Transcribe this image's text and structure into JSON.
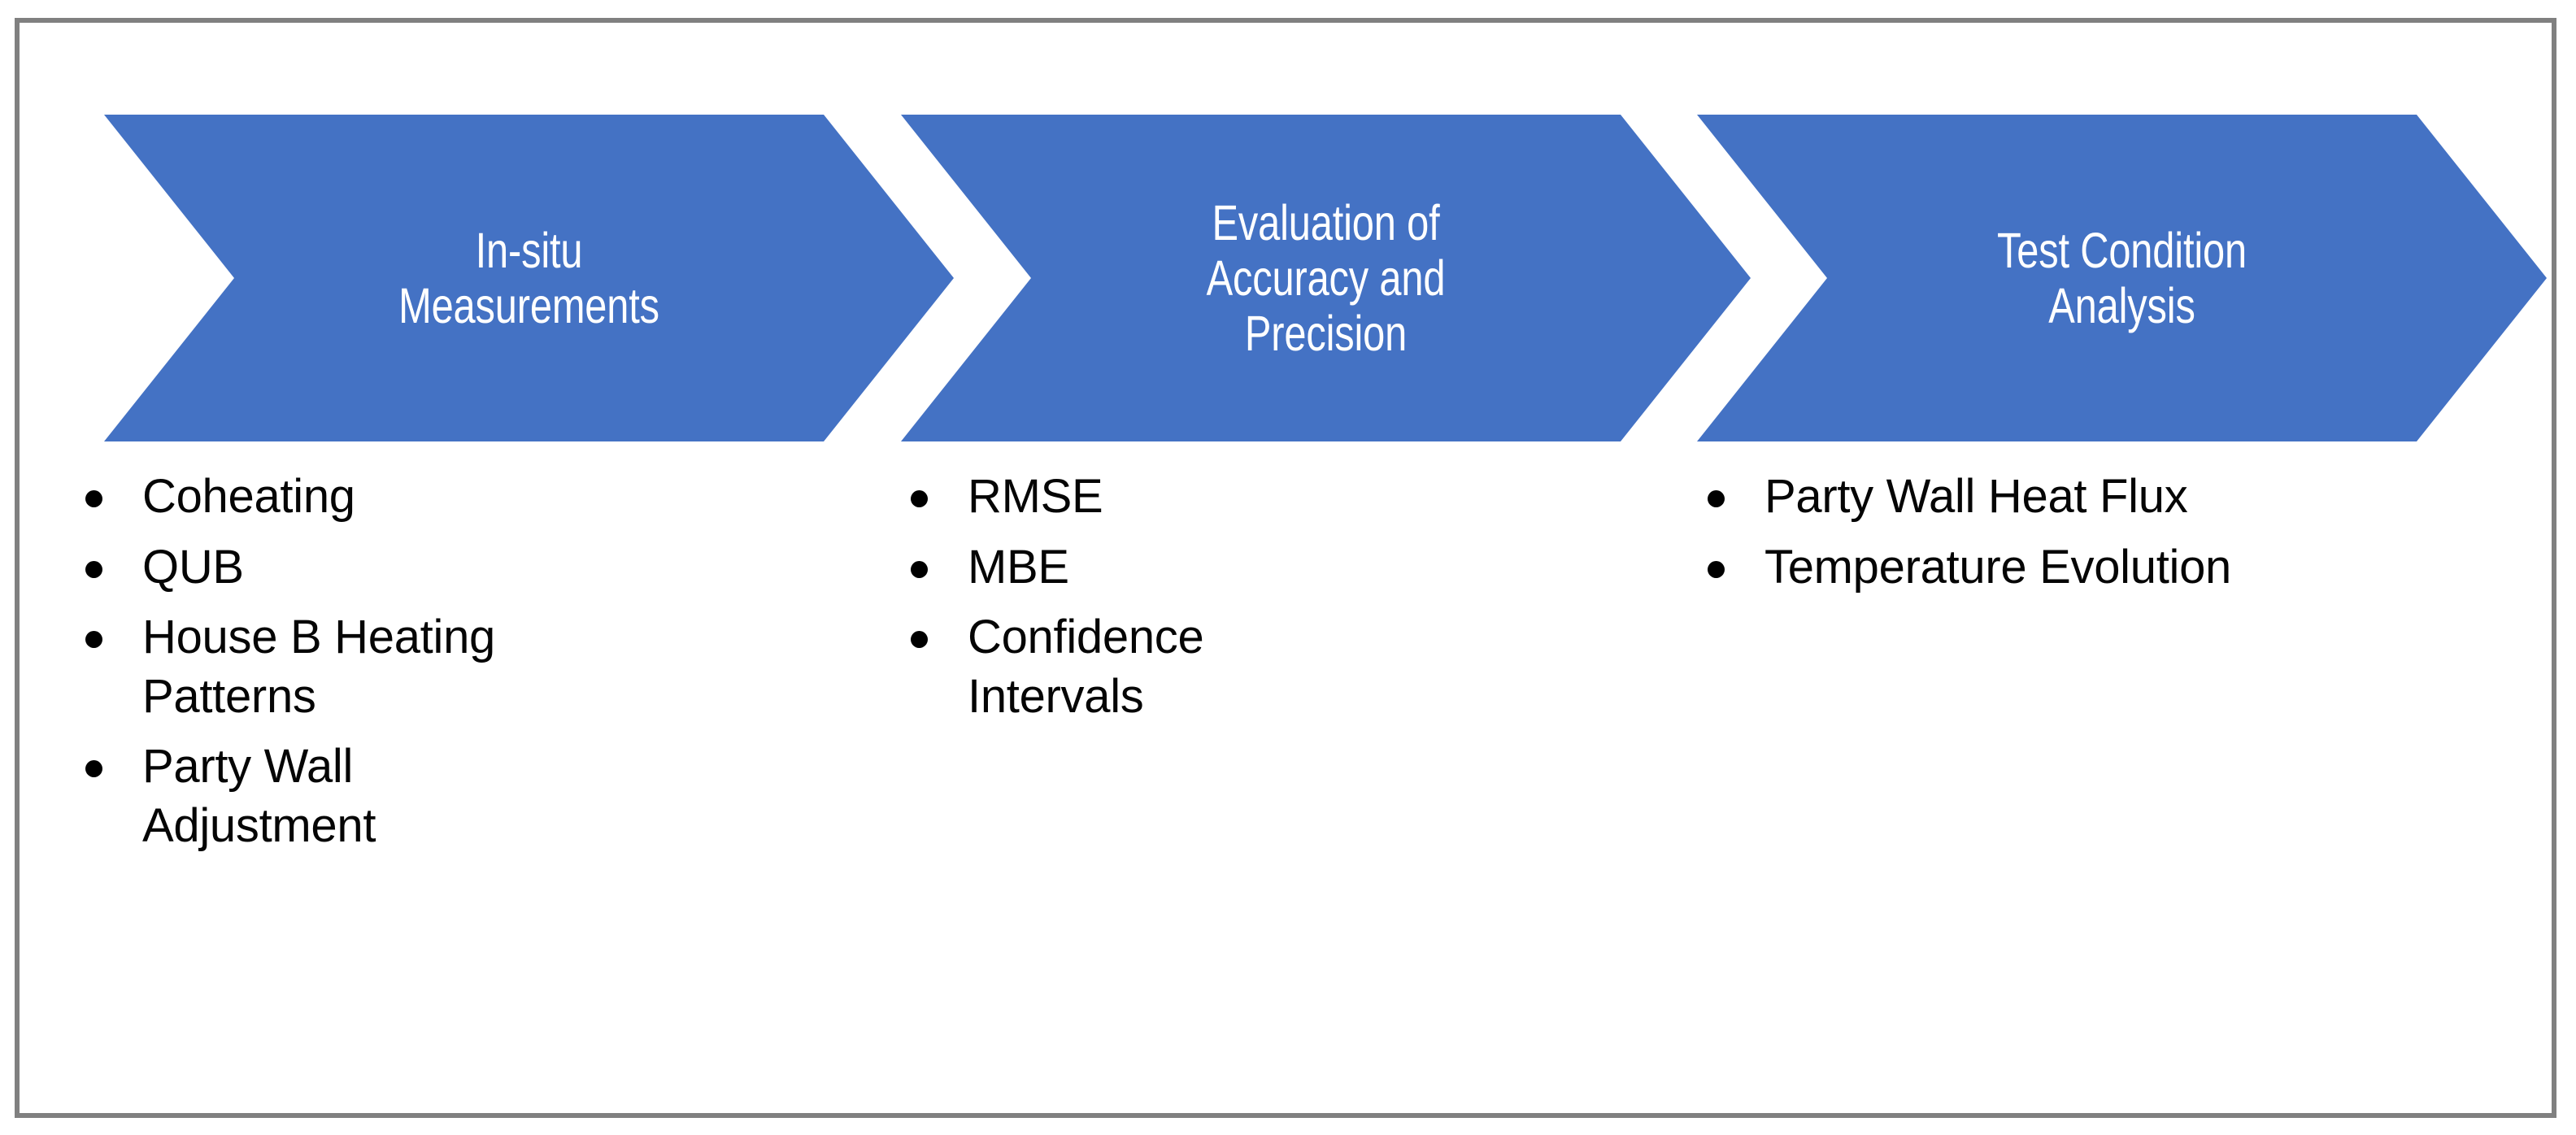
{
  "diagram": {
    "title": "Methodology process flow",
    "frame": {
      "border_color": "#808080",
      "background_color": "#FFFFFF"
    },
    "accent_color": "#4472C4",
    "chevron_text_color": "#FFFFFF",
    "bullet_text_color": "#000000",
    "stages": [
      {
        "label": "In-situ\nMeasurements",
        "bullets": [
          "Coheating",
          "QUB",
          "House B Heating Patterns",
          "Party Wall Adjustment"
        ]
      },
      {
        "label": "Evaluation of\nAccuracy and\nPrecision",
        "bullets": [
          "RMSE",
          "MBE",
          "Confidence Intervals"
        ]
      },
      {
        "label": "Test Condition\nAnalysis",
        "bullets": [
          "Party Wall Heat Flux",
          "Temperature Evolution"
        ]
      }
    ]
  }
}
